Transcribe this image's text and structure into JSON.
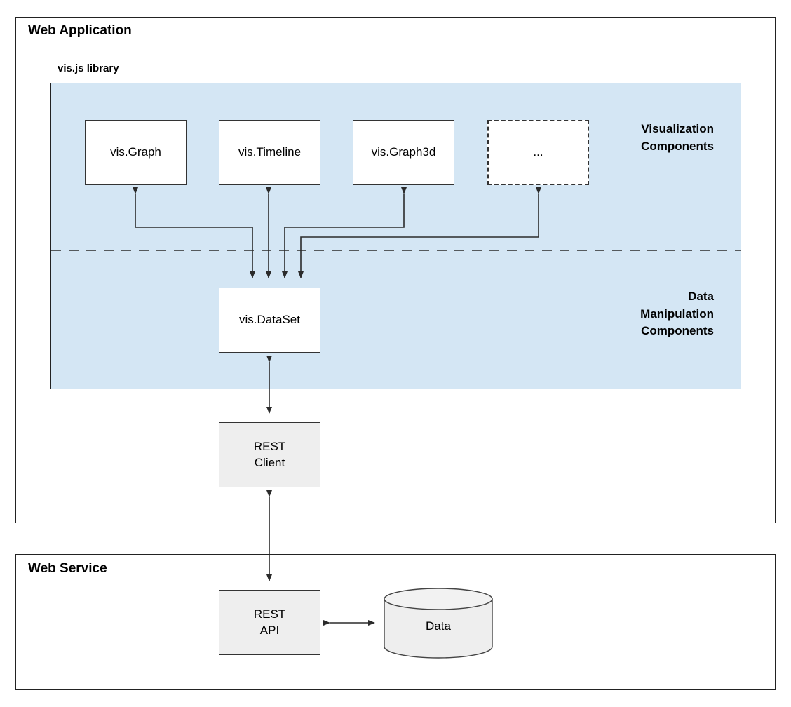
{
  "diagram": {
    "type": "architecture-block-diagram",
    "frames": [
      {
        "id": "web-application",
        "title": "Web Application"
      },
      {
        "id": "web-service",
        "title": "Web Service"
      }
    ],
    "library_panel": {
      "title": "vis.js library",
      "fill_color": "#d4e6f4",
      "divider": "dashed",
      "section_labels": {
        "top": "Visualization\nComponents",
        "bottom": "Data\nManipulation\nComponents"
      }
    },
    "visualization_components": [
      {
        "label": "vis.Graph",
        "style": "solid"
      },
      {
        "label": "vis.Timeline",
        "style": "solid"
      },
      {
        "label": "vis.Graph3d",
        "style": "solid"
      },
      {
        "label": "...",
        "style": "dashed"
      }
    ],
    "data_components": [
      {
        "label": "vis.DataSet",
        "style": "solid"
      }
    ],
    "client_nodes": [
      {
        "label": "REST\nClient",
        "fill": "#eeeeee"
      }
    ],
    "service_nodes": [
      {
        "label": "REST\nAPI",
        "fill": "#eeeeee"
      },
      {
        "label": "Data",
        "shape": "cylinder",
        "fill": "#eeeeee"
      }
    ],
    "connections": [
      {
        "from": "vis.Graph",
        "to": "vis.DataSet",
        "direction": "bidirectional"
      },
      {
        "from": "vis.Timeline",
        "to": "vis.DataSet",
        "direction": "bidirectional"
      },
      {
        "from": "vis.Graph3d",
        "to": "vis.DataSet",
        "direction": "bidirectional"
      },
      {
        "from": "...",
        "to": "vis.DataSet",
        "direction": "bidirectional"
      },
      {
        "from": "vis.DataSet",
        "to": "REST Client",
        "direction": "bidirectional"
      },
      {
        "from": "REST Client",
        "to": "REST API",
        "direction": "bidirectional"
      },
      {
        "from": "REST API",
        "to": "Data",
        "direction": "bidirectional"
      }
    ]
  }
}
